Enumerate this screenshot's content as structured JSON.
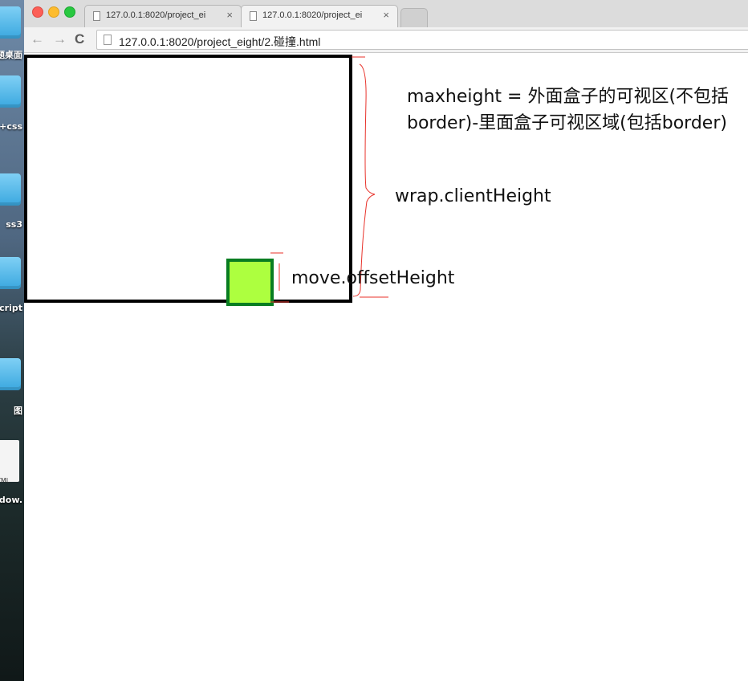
{
  "desktop": {
    "labels": [
      "题桌面",
      "+css",
      "ss3",
      "cript",
      "图",
      "adow."
    ],
    "file_label": "TML"
  },
  "browser": {
    "tabs": [
      {
        "title": "127.0.0.1:8020/project_ei",
        "active": false
      },
      {
        "title": "127.0.0.1:8020/project_ei",
        "active": true
      }
    ],
    "close_glyph": "×",
    "nav": {
      "back": "←",
      "forward": "→",
      "reload": "C"
    },
    "url": "127.0.0.1:8020/project_eight/2.碰撞.html"
  },
  "page": {
    "annotations": {
      "maxheight_line1": "maxheight = 外面盒子的可视区(不包括",
      "maxheight_line2": "border)-里面盒子可视区域(包括border)",
      "client_height": "wrap.clientHeight",
      "offset_height": "move.offsetHeight"
    },
    "colors": {
      "wrap_border": "#000000",
      "move_fill": "#adff3f",
      "move_border": "#087d21",
      "annotation_stroke": "#e8322a"
    }
  }
}
